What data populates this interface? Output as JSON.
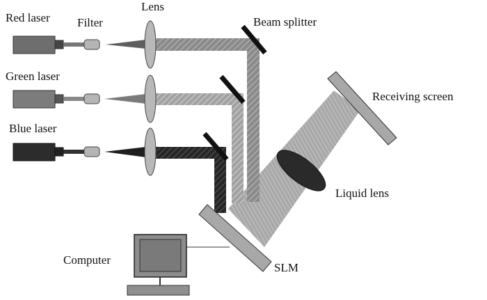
{
  "labels": {
    "red_laser": "Red laser",
    "filter": "Filter",
    "lens": "Lens",
    "beam_splitter": "Beam splitter",
    "green_laser": "Green laser",
    "receiving_screen": "Receiving screen",
    "blue_laser": "Blue laser",
    "liquid_lens": "Liquid lens",
    "computer": "Computer",
    "slm": "SLM"
  },
  "colors": {
    "red_laser_body": "#6e6e6e",
    "green_laser_body": "#7c7c7c",
    "blue_laser_body": "#2c2c2c",
    "red_beam": "#8a8a8a",
    "green_beam": "#a0a0a0",
    "blue_beam": "#262626",
    "combined_beam": "#b0b0b0",
    "optics": "#b8b8b8",
    "mirror": "#111111",
    "liquid_lens": "#2a2a2a",
    "screen": "#a8a8a8",
    "outline": "#333333"
  }
}
